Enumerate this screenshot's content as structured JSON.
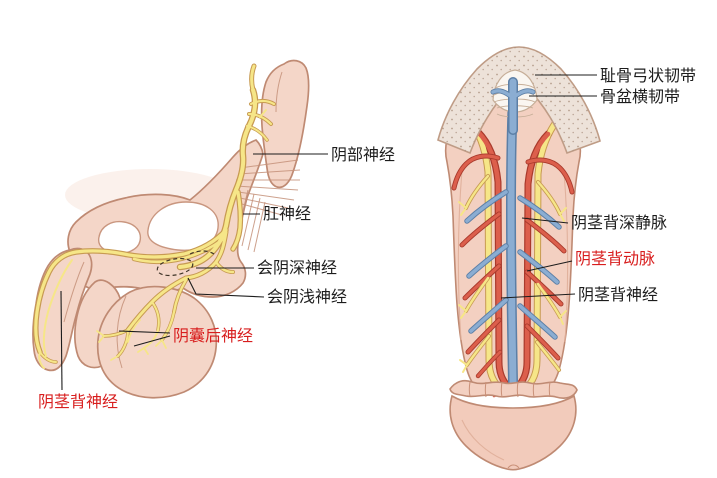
{
  "figure": {
    "type": "medical-anatomy-diagram",
    "views": [
      "sagittal-perineal-nerves",
      "dorsal-penis-vessels"
    ]
  },
  "colors": {
    "label_black": "#1c1c1c",
    "label_red": "#d81e1e",
    "skin": "#f4d6c8",
    "skin_outline": "#bf8a73",
    "nerve_yellow": "#f6e688",
    "nerve_outline": "#c79a52",
    "artery_red": "#dc5f4c",
    "vein_blue": "#8badd2",
    "bone": "#ede2d9",
    "ligament_white": "#faf6f1",
    "background": "#ffffff"
  },
  "labels": {
    "left": [
      {
        "text": "阴部神经",
        "color": "black"
      },
      {
        "text": "肛神经",
        "color": "black"
      },
      {
        "text": "会阴深神经",
        "color": "black"
      },
      {
        "text": "会阴浅神经",
        "color": "black"
      },
      {
        "text": "阴囊后神经",
        "color": "red"
      },
      {
        "text": "阴茎背神经",
        "color": "red"
      }
    ],
    "right": [
      {
        "text": "耻骨弓状韧带",
        "color": "black"
      },
      {
        "text": "骨盆横韧带",
        "color": "black"
      },
      {
        "text": "阴茎背深静脉",
        "color": "black"
      },
      {
        "text": "阴茎背动脉",
        "color": "red"
      },
      {
        "text": "阴茎背神经",
        "color": "black"
      }
    ]
  }
}
